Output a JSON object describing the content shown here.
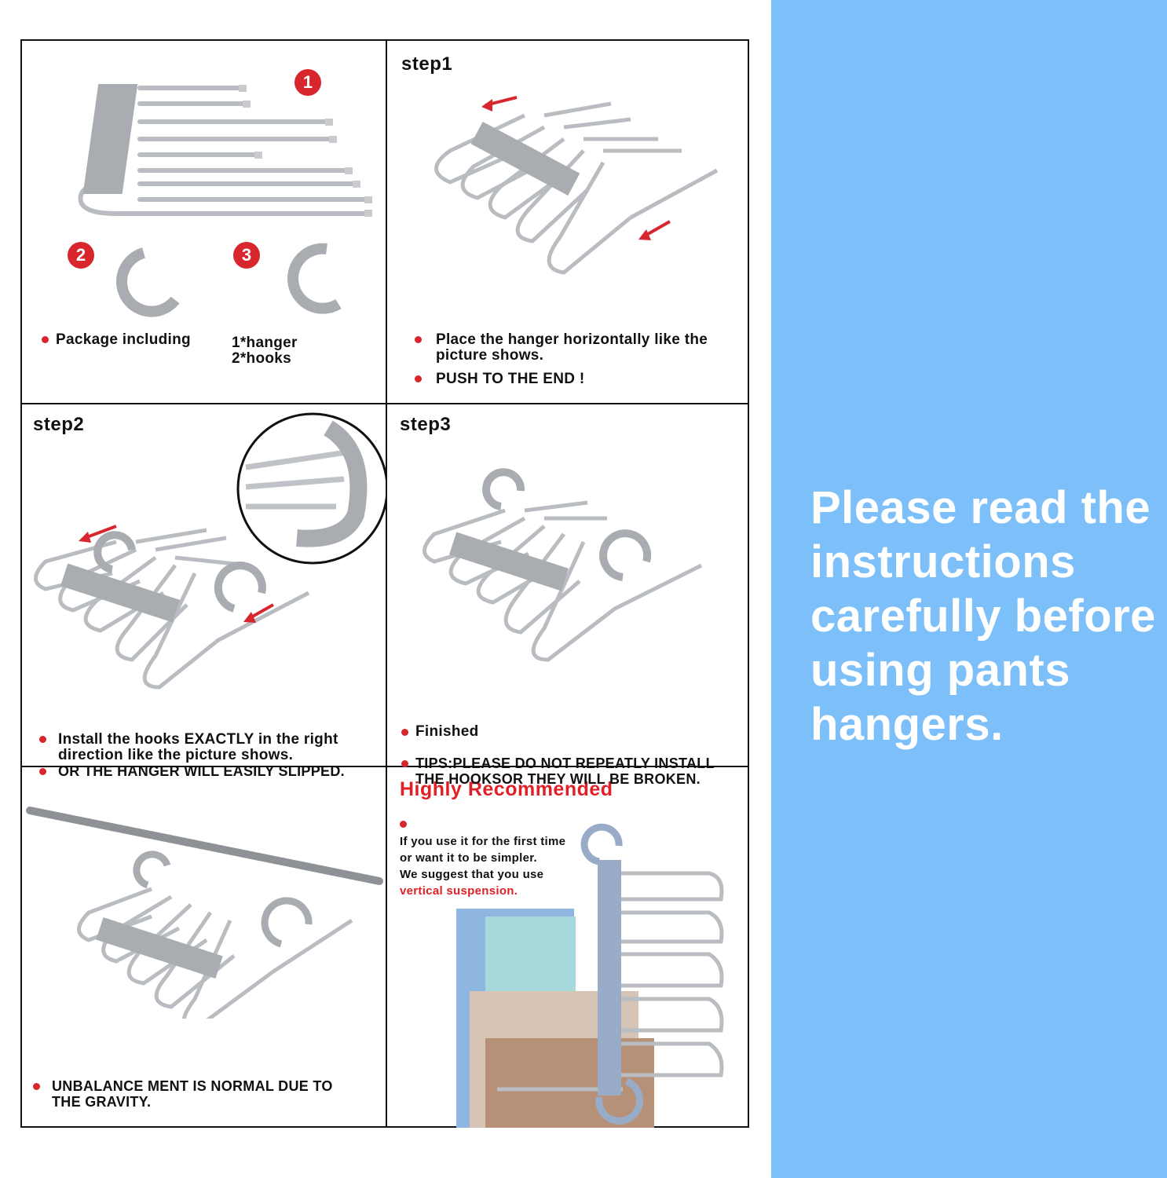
{
  "panels": {
    "package": {
      "badges": [
        "1",
        "2",
        "3"
      ],
      "bullet": "Package including",
      "contents_line1": "1*hanger",
      "contents_line2": "2*hooks"
    },
    "step1": {
      "title": "step1",
      "bullet1_line1": "Place the hanger horizontally like the",
      "bullet1_line2": "picture shows.",
      "bullet2": "PUSH TO THE END !"
    },
    "step2": {
      "title": "step2",
      "bullet1_line1": "Install the hooks EXACTLY in the right",
      "bullet1_line2": "direction like the picture shows.",
      "bullet2": "OR THE HANGER WILL EASILY SLIPPED."
    },
    "step3": {
      "title": "step3",
      "bullet1": "Finished",
      "bullet2_line1": "TIPS:PLEASE DO NOT REPEATLY INSTALL",
      "bullet2_line2": "THE HOOKSOR THEY WILL BE BROKEN."
    },
    "rail": {
      "bullet_line1": "UNBALANCE MENT IS NORMAL DUE TO",
      "bullet_line2": "THE GRAVITY."
    },
    "recommended": {
      "title": "Highly Recommended",
      "line1": "If you use it for the first time",
      "line2": "or want it to be simpler.",
      "line3": "We suggest that you use",
      "line4_red": "vertical suspension."
    }
  },
  "side": {
    "line1": "Please read the",
    "line2": "instructions",
    "line3": "carefully before",
    "line4": "using pants",
    "line5": "hangers."
  },
  "colors": {
    "accent_red": "#d8262e",
    "side_blue": "#7dbff8",
    "hanger_gray": "#a9acb0"
  }
}
